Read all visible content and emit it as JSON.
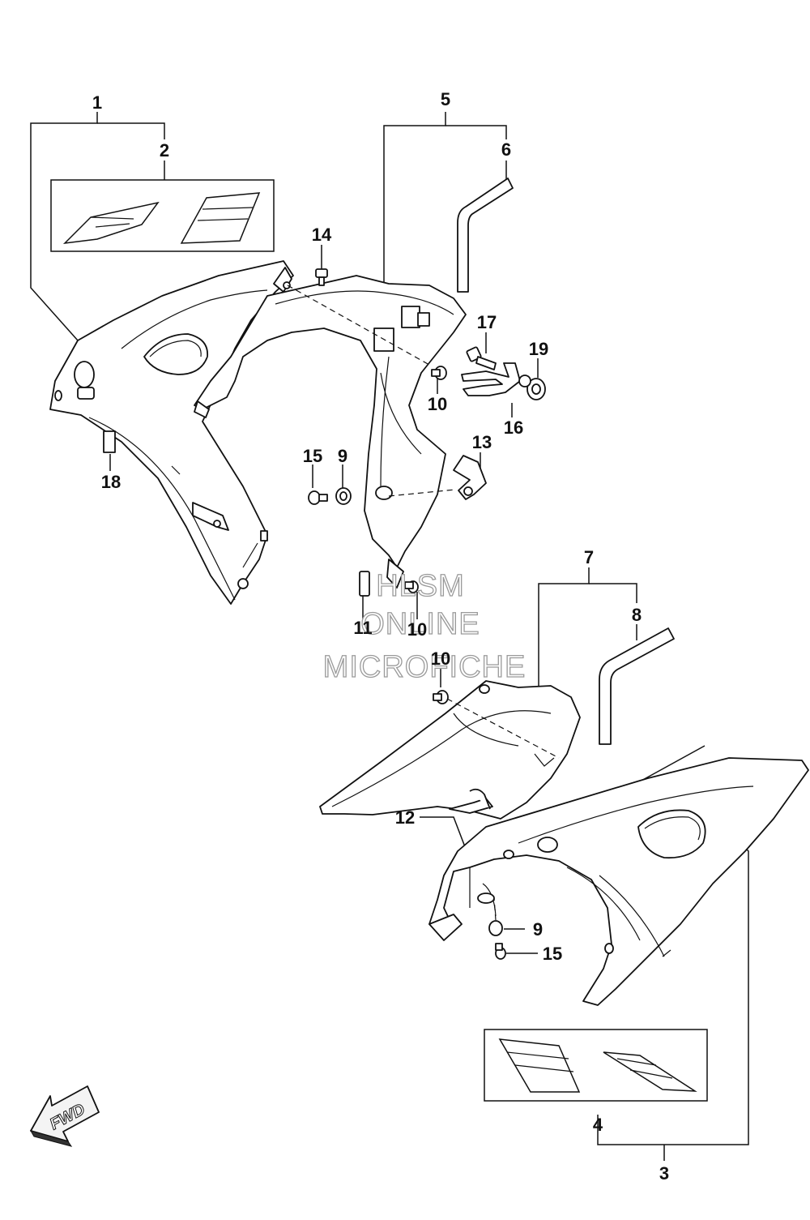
{
  "callouts": [
    "1",
    "2",
    "3",
    "4",
    "5",
    "6",
    "7",
    "8",
    "9",
    "9",
    "10",
    "10",
    "10",
    "11",
    "12",
    "13",
    "14",
    "15",
    "15",
    "16",
    "17",
    "18",
    "19"
  ],
  "watermark": {
    "line1": "HLSM",
    "line2": "ONLINE",
    "line3": "MICROFICHE"
  },
  "fwd_label": "FWD"
}
